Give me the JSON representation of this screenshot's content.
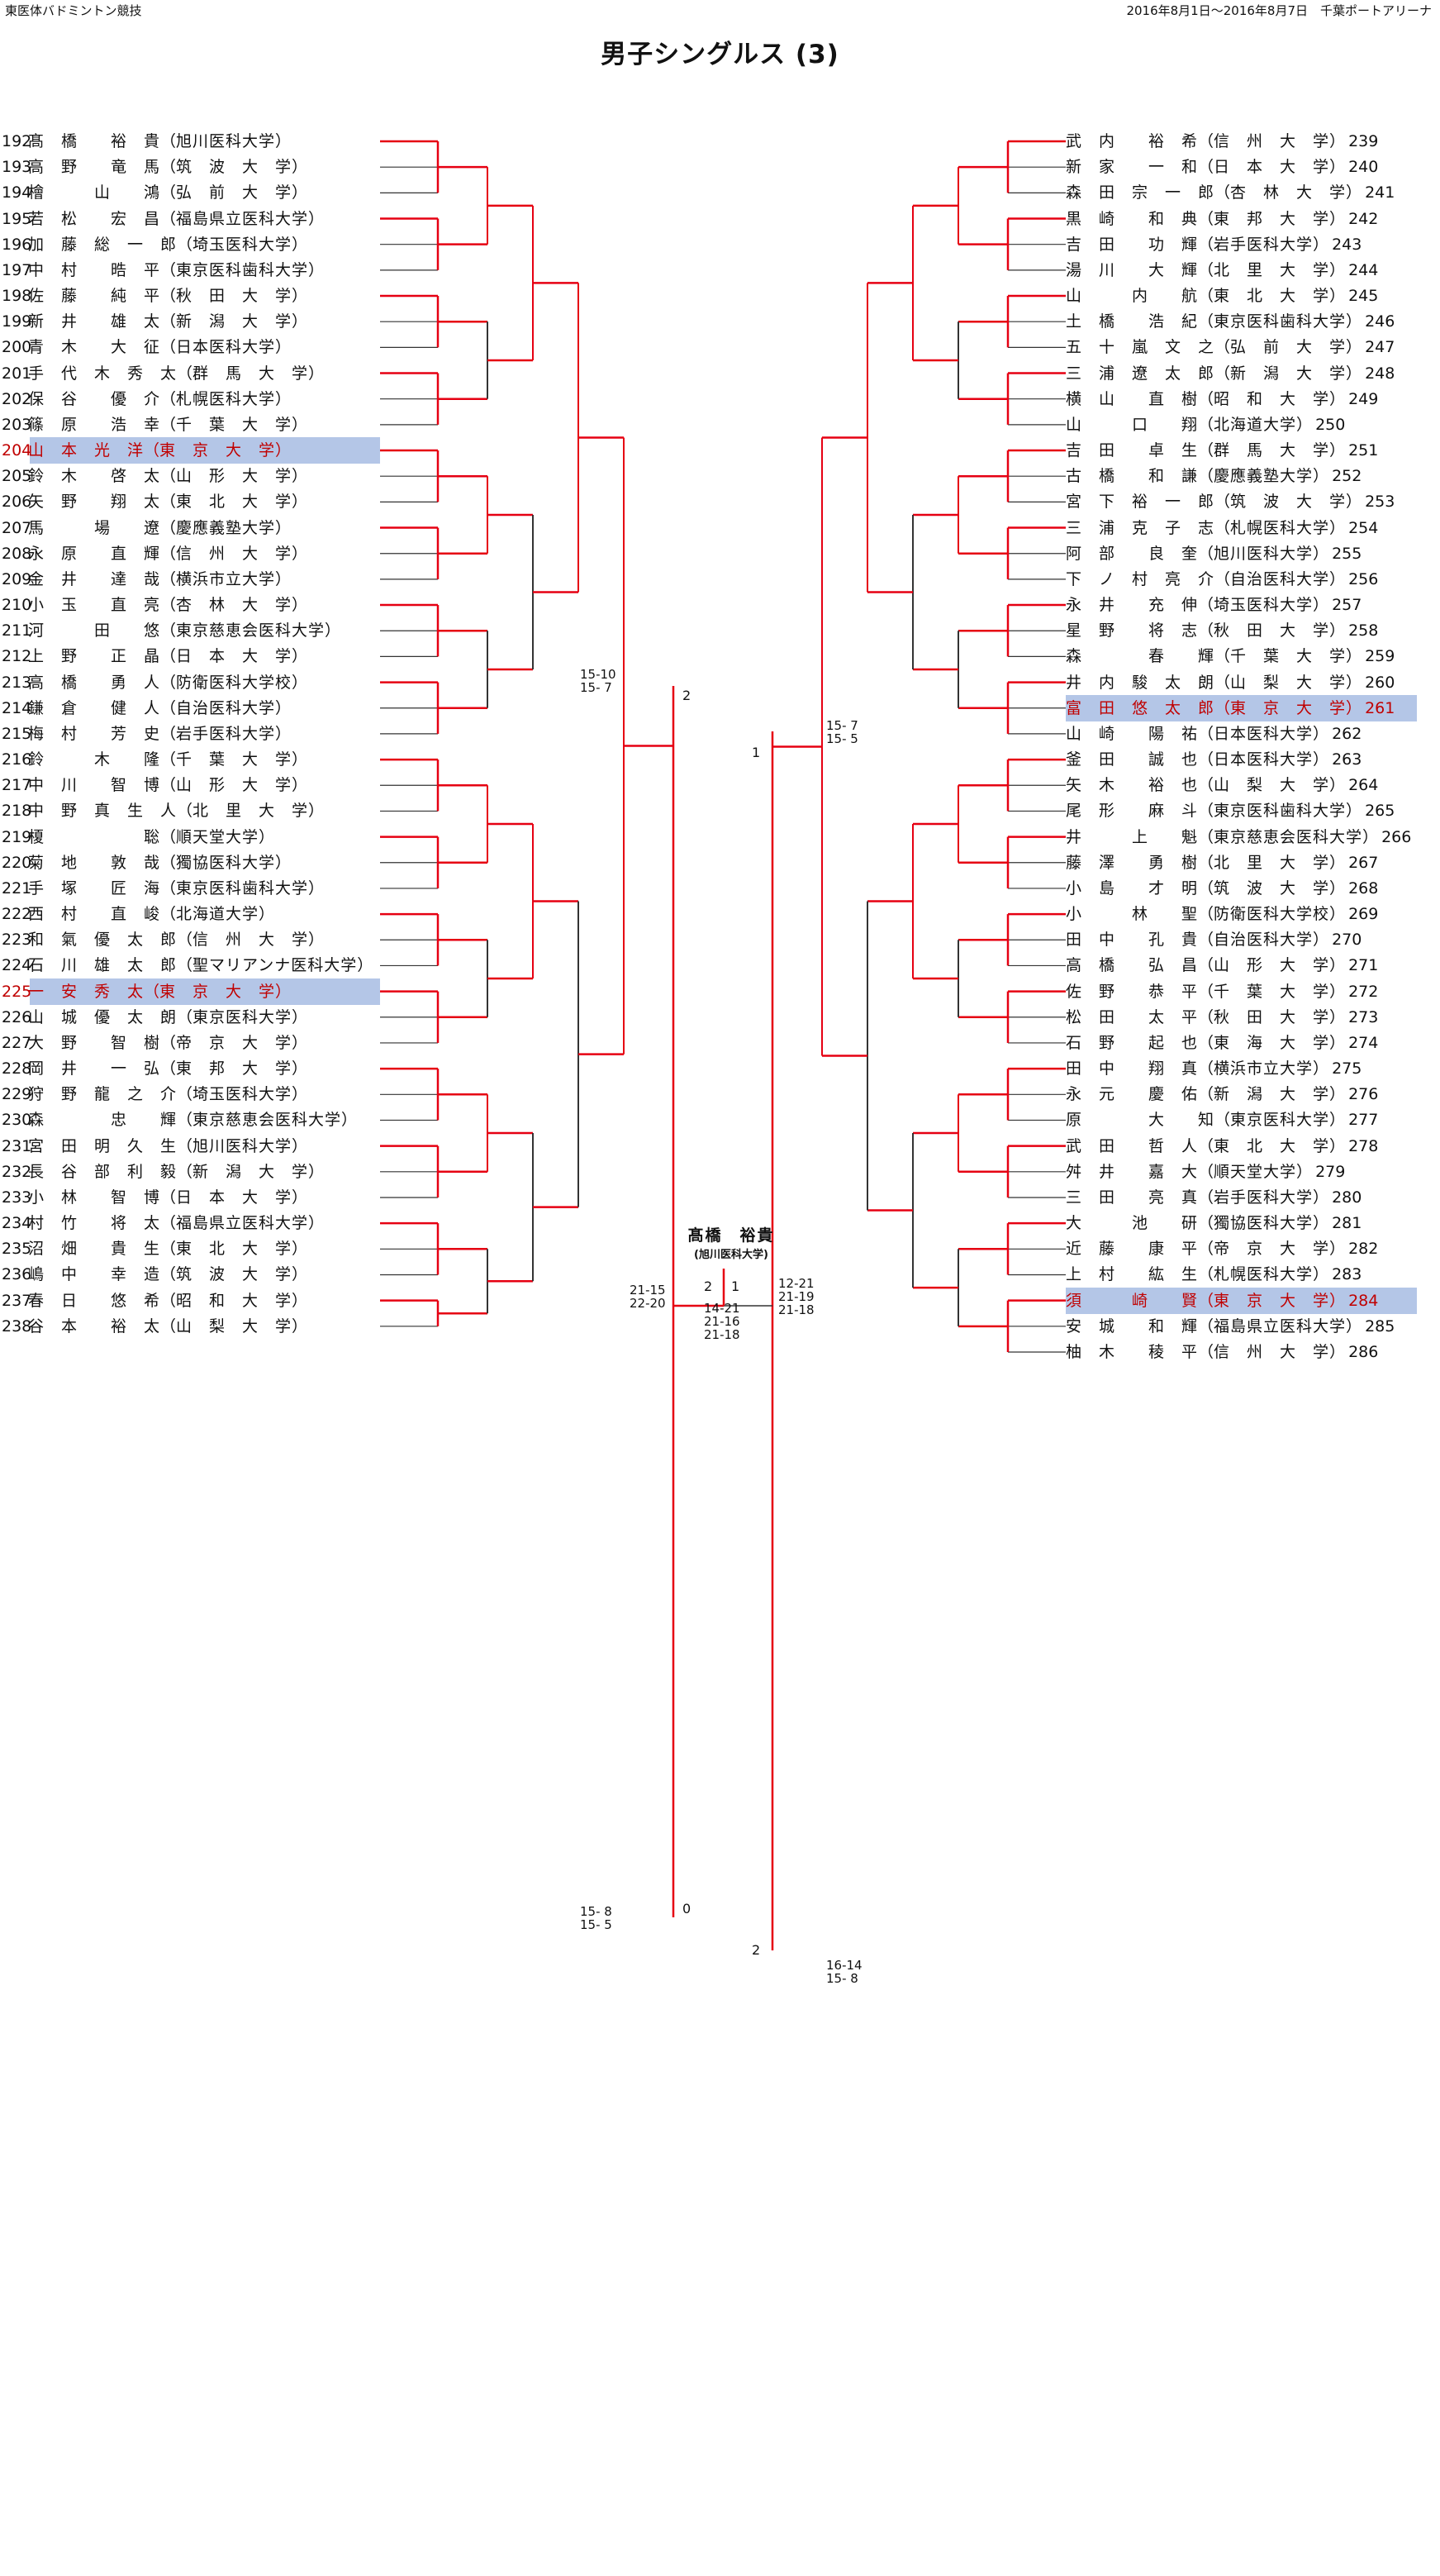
{
  "header": {
    "org": "東医体バドミントン競技",
    "dates_venue": "2016年8月1日～2016年8月7日　千葉ポートアリーナ"
  },
  "title": "男子シングルス (3)",
  "colors": {
    "highlight_bg": "#b4c6e7",
    "winner_line": "#e60012",
    "line": "#333333",
    "highlight_text": "#c00000"
  },
  "left_players": [
    {
      "num": "192",
      "name": "髙　橋　　裕　貴",
      "school": "旭川医科大学"
    },
    {
      "num": "193",
      "name": "高　野　　竜　馬",
      "school": "筑　波　大　学"
    },
    {
      "num": "194",
      "name": "檜　　　山　　鴻",
      "school": "弘　前　大　学"
    },
    {
      "num": "195",
      "name": "若　松　　宏　昌",
      "school": "福島県立医科大学"
    },
    {
      "num": "196",
      "name": "加　藤　総　一　郎",
      "school": "埼玉医科大学"
    },
    {
      "num": "197",
      "name": "中　村　　晧　平",
      "school": "東京医科歯科大学"
    },
    {
      "num": "198",
      "name": "佐　藤　　純　平",
      "school": "秋　田　大　学"
    },
    {
      "num": "199",
      "name": "新　井　　雄　太",
      "school": "新　潟　大　学"
    },
    {
      "num": "200",
      "name": "青　木　　大　征",
      "school": "日本医科大学"
    },
    {
      "num": "201",
      "name": "手　代　木　秀　太",
      "school": "群　馬　大　学"
    },
    {
      "num": "202",
      "name": "保　谷　　優　介",
      "school": "札幌医科大学"
    },
    {
      "num": "203",
      "name": "篠　原　　浩　幸",
      "school": "千　葉　大　学"
    },
    {
      "num": "204",
      "name": "山　本　光　洋",
      "school": "東　京　大　学",
      "highlight": true
    },
    {
      "num": "205",
      "name": "鈴　木　　啓　太",
      "school": "山　形　大　学"
    },
    {
      "num": "206",
      "name": "矢　野　　翔　太",
      "school": "東　北　大　学"
    },
    {
      "num": "207",
      "name": "馬　　　場　　遼",
      "school": "慶應義塾大学"
    },
    {
      "num": "208",
      "name": "永　原　　直　輝",
      "school": "信　州　大　学"
    },
    {
      "num": "209",
      "name": "金　井　　達　哉",
      "school": "横浜市立大学"
    },
    {
      "num": "210",
      "name": "小　玉　　直　亮",
      "school": "杏　林　大　学"
    },
    {
      "num": "211",
      "name": "河　　　田　　悠",
      "school": "東京慈恵会医科大学"
    },
    {
      "num": "212",
      "name": "上　野　　正　晶",
      "school": "日　本　大　学"
    },
    {
      "num": "213",
      "name": "高　橋　　勇　人",
      "school": "防衛医科大学校"
    },
    {
      "num": "214",
      "name": "鎌　倉　　健　人",
      "school": "自治医科大学"
    },
    {
      "num": "215",
      "name": "梅　村　　芳　史",
      "school": "岩手医科大学"
    },
    {
      "num": "216",
      "name": "鈴　　　木　　隆",
      "school": "千　葉　大　学"
    },
    {
      "num": "217",
      "name": "中　川　　智　博",
      "school": "山　形　大　学"
    },
    {
      "num": "218",
      "name": "中　野　真　生　人",
      "school": "北　里　大　学"
    },
    {
      "num": "219",
      "name": "榎　　　　　　聡",
      "school": "順天堂大学"
    },
    {
      "num": "220",
      "name": "菊　地　　敦　哉",
      "school": "獨協医科大学"
    },
    {
      "num": "221",
      "name": "手　塚　　匠　海",
      "school": "東京医科歯科大学"
    },
    {
      "num": "222",
      "name": "西　村　　直　峻",
      "school": "北海道大学"
    },
    {
      "num": "223",
      "name": "和　氣　優　太　郎",
      "school": "信　州　大　学"
    },
    {
      "num": "224",
      "name": "石　川　雄　太　郎",
      "school": "聖マリアンナ医科大学"
    },
    {
      "num": "225",
      "name": "一　安　秀　太",
      "school": "東　京　大　学",
      "highlight": true
    },
    {
      "num": "226",
      "name": "山　城　優　太　朗",
      "school": "東京医科大学"
    },
    {
      "num": "227",
      "name": "大　野　　智　樹",
      "school": "帝　京　大　学"
    },
    {
      "num": "228",
      "name": "岡　井　　一　弘",
      "school": "東　邦　大　学"
    },
    {
      "num": "229",
      "name": "狩　野　龍　之　介",
      "school": "埼玉医科大学"
    },
    {
      "num": "230",
      "name": "森　　　　忠　　輝",
      "school": "東京慈恵会医科大学"
    },
    {
      "num": "231",
      "name": "宮　田　明　久　生",
      "school": "旭川医科大学"
    },
    {
      "num": "232",
      "name": "長　谷　部　利　毅",
      "school": "新　潟　大　学"
    },
    {
      "num": "233",
      "name": "小　林　　智　博",
      "school": "日　本　大　学"
    },
    {
      "num": "234",
      "name": "村　竹　　将　太",
      "school": "福島県立医科大学"
    },
    {
      "num": "235",
      "name": "沼　畑　　貴　生",
      "school": "東　北　大　学"
    },
    {
      "num": "236",
      "name": "嶋　中　　幸　造",
      "school": "筑　波　大　学"
    },
    {
      "num": "237",
      "name": "春　日　　悠　希",
      "school": "昭　和　大　学"
    },
    {
      "num": "238",
      "name": "谷　本　　裕　太",
      "school": "山　梨　大　学"
    }
  ],
  "right_players": [
    {
      "num": "239",
      "name": "武　内　　裕　希",
      "school": "信　州　大　学"
    },
    {
      "num": "240",
      "name": "新　家　　一　和",
      "school": "日　本　大　学"
    },
    {
      "num": "241",
      "name": "森　田　宗　一　郎",
      "school": "杏　林　大　学"
    },
    {
      "num": "242",
      "name": "黒　崎　　和　典",
      "school": "東　邦　大　学"
    },
    {
      "num": "243",
      "name": "吉　田　　功　輝",
      "school": "岩手医科大学"
    },
    {
      "num": "244",
      "name": "湯　川　　大　輝",
      "school": "北　里　大　学"
    },
    {
      "num": "245",
      "name": "山　　　内　　航",
      "school": "東　北　大　学"
    },
    {
      "num": "246",
      "name": "土　橋　　浩　紀",
      "school": "東京医科歯科大学"
    },
    {
      "num": "247",
      "name": "五　十　嵐　文　之",
      "school": "弘　前　大　学"
    },
    {
      "num": "248",
      "name": "三　浦　遼　太　郎",
      "school": "新　潟　大　学"
    },
    {
      "num": "249",
      "name": "横　山　　直　樹",
      "school": "昭　和　大　学"
    },
    {
      "num": "250",
      "name": "山　　　口　　翔",
      "school": "北海道大学"
    },
    {
      "num": "251",
      "name": "吉　田　　卓　生",
      "school": "群　馬　大　学"
    },
    {
      "num": "252",
      "name": "古　橋　　和　謙",
      "school": "慶應義塾大学"
    },
    {
      "num": "253",
      "name": "宮　下　裕　一　郎",
      "school": "筑　波　大　学"
    },
    {
      "num": "254",
      "name": "三　浦　克　子　志",
      "school": "札幌医科大学"
    },
    {
      "num": "255",
      "name": "阿　部　　良　奎",
      "school": "旭川医科大学"
    },
    {
      "num": "256",
      "name": "下　ノ　村　亮　介",
      "school": "自治医科大学"
    },
    {
      "num": "257",
      "name": "永　井　　充　伸",
      "school": "埼玉医科大学"
    },
    {
      "num": "258",
      "name": "星　野　　将　志",
      "school": "秋　田　大　学"
    },
    {
      "num": "259",
      "name": "森　　　　春　　輝",
      "school": "千　葉　大　学"
    },
    {
      "num": "260",
      "name": "井　内　駿　太　朗",
      "school": "山　梨　大　学"
    },
    {
      "num": "261",
      "name": "富　田　悠　太　郎",
      "school": "東　京　大　学",
      "highlight": true
    },
    {
      "num": "262",
      "name": "山　崎　　陽　祐",
      "school": "日本医科大学"
    },
    {
      "num": "263",
      "name": "釜　田　　誠　也",
      "school": "日本医科大学"
    },
    {
      "num": "264",
      "name": "矢　木　　裕　也",
      "school": "山　梨　大　学"
    },
    {
      "num": "265",
      "name": "尾　形　　麻　斗",
      "school": "東京医科歯科大学"
    },
    {
      "num": "266",
      "name": "井　　　上　　魁",
      "school": "東京慈恵会医科大学"
    },
    {
      "num": "267",
      "name": "藤　澤　　勇　樹",
      "school": "北　里　大　学"
    },
    {
      "num": "268",
      "name": "小　島　　才　明",
      "school": "筑　波　大　学"
    },
    {
      "num": "269",
      "name": "小　　　林　　聖",
      "school": "防衛医科大学校"
    },
    {
      "num": "270",
      "name": "田　中　　孔　貴",
      "school": "自治医科大学"
    },
    {
      "num": "271",
      "name": "高　橋　　弘　昌",
      "school": "山　形　大　学"
    },
    {
      "num": "272",
      "name": "佐　野　　恭　平",
      "school": "千　葉　大　学"
    },
    {
      "num": "273",
      "name": "松　田　　太　平",
      "school": "秋　田　大　学"
    },
    {
      "num": "274",
      "name": "石　野　　起　也",
      "school": "東　海　大　学"
    },
    {
      "num": "275",
      "name": "田　中　　翔　真",
      "school": "横浜市立大学"
    },
    {
      "num": "276",
      "name": "永　元　　慶　佑",
      "school": "新　潟　大　学"
    },
    {
      "num": "277",
      "name": "原　　　　大　　知",
      "school": "東京医科大学"
    },
    {
      "num": "278",
      "name": "武　田　　哲　人",
      "school": "東　北　大　学"
    },
    {
      "num": "279",
      "name": "舛　井　　嘉　大",
      "school": "順天堂大学"
    },
    {
      "num": "280",
      "name": "三　田　　亮　真",
      "school": "岩手医科大学"
    },
    {
      "num": "281",
      "name": "大　　　池　　研",
      "school": "獨協医科大学"
    },
    {
      "num": "282",
      "name": "近　藤　　康　平",
      "school": "帝　京　大　学"
    },
    {
      "num": "283",
      "name": "上　村　　紘　生",
      "school": "札幌医科大学"
    },
    {
      "num": "284",
      "name": "須　　　崎　　賢",
      "school": "東　京　大　学",
      "highlight": true
    },
    {
      "num": "285",
      "name": "安　城　　和　輝",
      "school": "福島県立医科大学"
    },
    {
      "num": "286",
      "name": "柚　木　　稜　平",
      "school": "信　州　大　学"
    }
  ],
  "final": {
    "champion_name": "髙橋　裕貴",
    "champion_school": "(旭川医科大学)",
    "left_games": "2",
    "right_games": "1",
    "left_scores": "21-15\n22-20",
    "center_scores": "14-21\n21-16\n21-18",
    "right_scores": "12-21\n21-19\n21-18"
  },
  "left_semifinal": {
    "top_score": "15-10\n15- 7",
    "bottom_score": "15- 8\n15- 5",
    "top_games": "2",
    "bottom_games": "0"
  },
  "right_semifinal": {
    "top_score": "15- 7\n15- 5",
    "bottom_score": "16-14\n15- 8",
    "top_games": "1",
    "bottom_games": "2"
  }
}
